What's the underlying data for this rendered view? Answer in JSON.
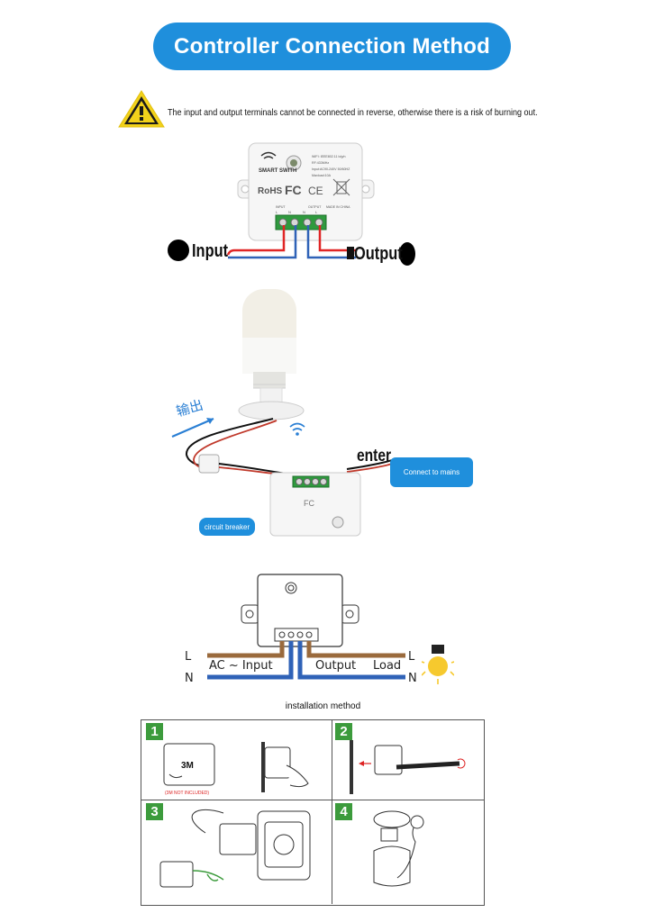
{
  "title": "Controller Connection Method",
  "warning": {
    "icon": "warning-triangle-icon",
    "text": "The input and output terminals cannot be connected in reverse, otherwise there is a risk of burning out."
  },
  "module_top": {
    "brand": "SMART SWITH",
    "spec_lines": [
      "WIFI: IEEE802.11 b/g/n",
      "RF:433MHz",
      "Input:AC90-240V 50/60HZ",
      "Maxload:10A"
    ],
    "marks": [
      "RoHS",
      "FC",
      "CE"
    ],
    "terminal_labels": [
      "INPUT",
      "OUTPUT"
    ],
    "terminal_pins": [
      "L",
      "N",
      "N",
      "L"
    ],
    "made_in": "MADE IN CHINA",
    "input_label": "Input",
    "output_label": "Output"
  },
  "photo_scene": {
    "output_label": "输出",
    "enter_label": "enter",
    "mains_label": "Connect to mains",
    "breaker_label": "circuit breaker"
  },
  "wiring_diagram": {
    "left_L": "L",
    "left_N": "N",
    "right_L": "L",
    "right_N": "N",
    "ac_input": "AC ~ Input",
    "output": "Output",
    "load": "Load"
  },
  "caption": "installation method",
  "steps": [
    {
      "number": "1",
      "label_3m": "3M",
      "note": "(3M NOT INCLUDED)"
    },
    {
      "number": "2"
    },
    {
      "number": "3"
    },
    {
      "number": "4"
    }
  ],
  "colors": {
    "accent_blue": "#1f8fdc",
    "step_green": "#3c9b3c",
    "wire_brown": "#9a6a3c",
    "wire_blue": "#2f62b7",
    "warning_yellow": "#f2d21b"
  }
}
